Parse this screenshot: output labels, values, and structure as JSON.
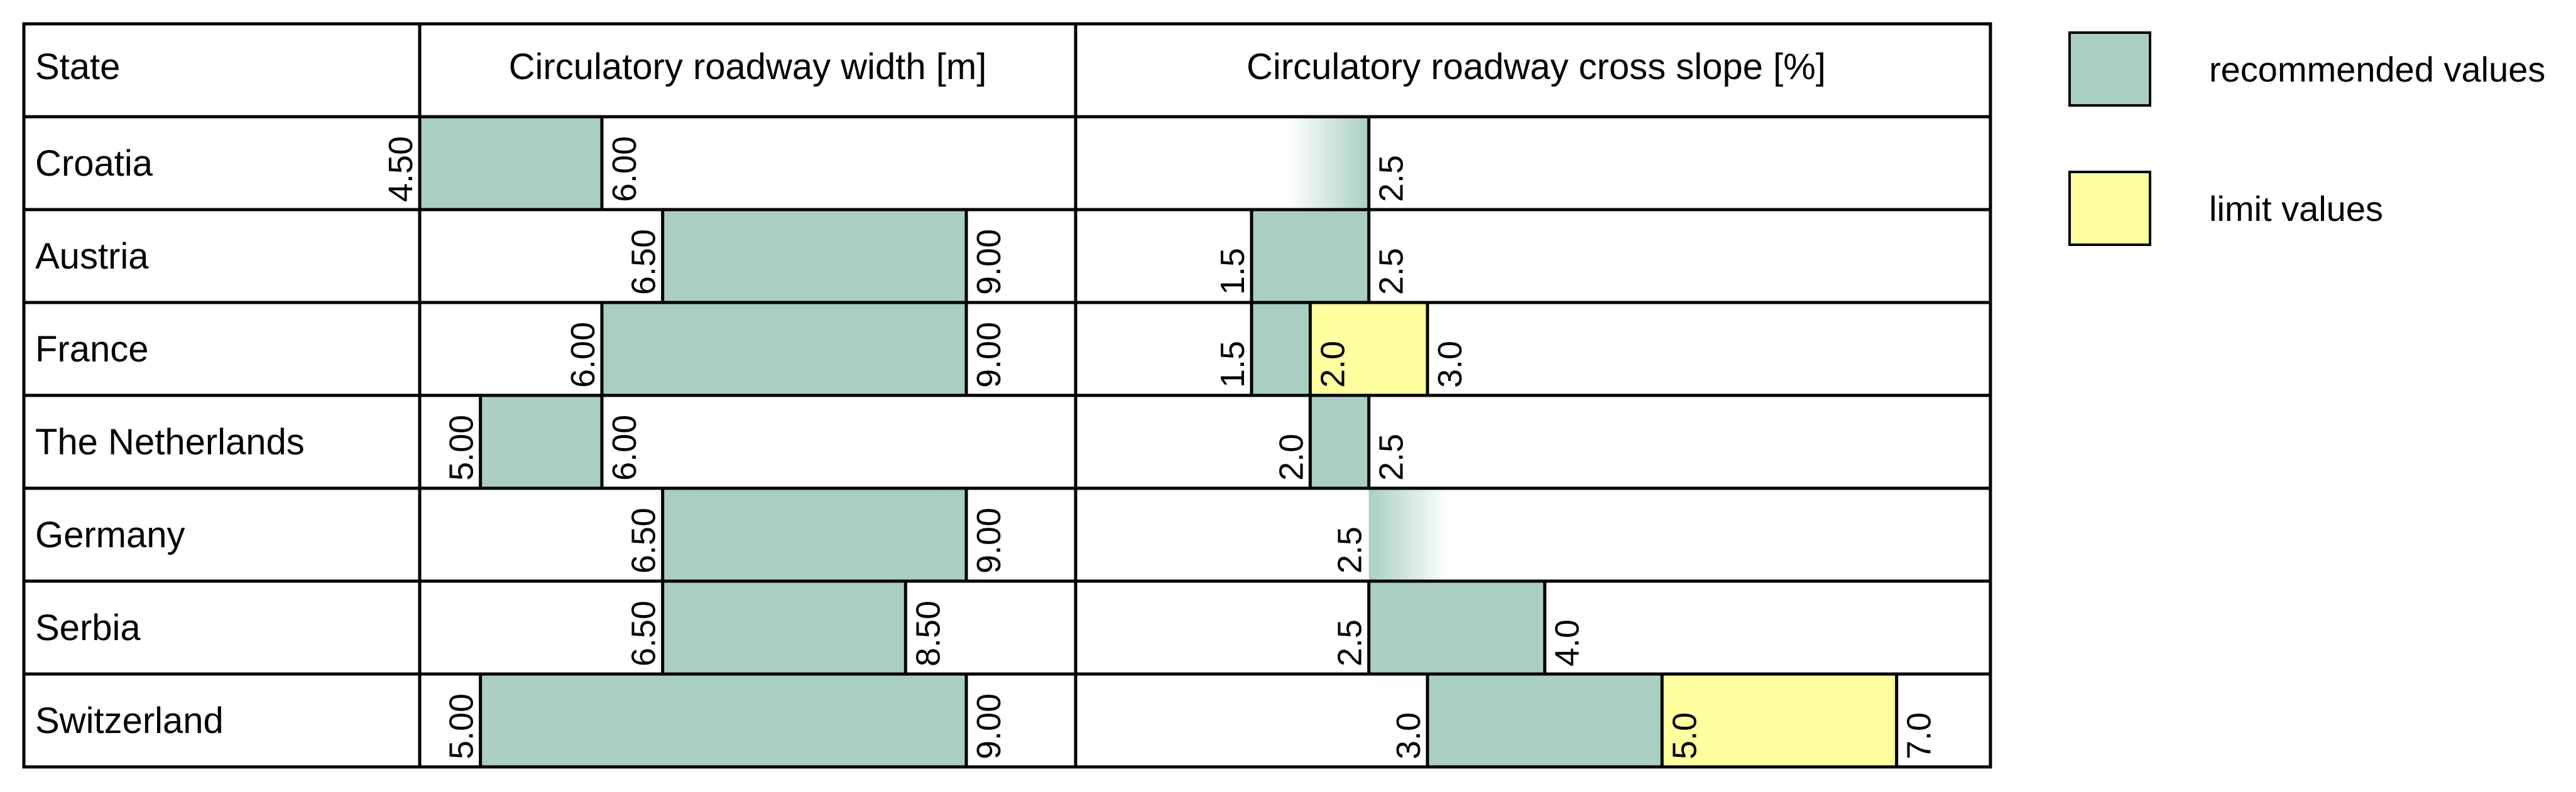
{
  "chart_data": {
    "type": "table",
    "header": {
      "state": "State",
      "width": "Circulatory roadway width [m]",
      "slope": "Circulatory roadway cross slope [%]"
    },
    "axes": {
      "width": {
        "min": 4.5,
        "max": 9.9
      },
      "slope": {
        "min": 0.0,
        "max": 7.8
      }
    },
    "colors": {
      "recommended": "#aacfc2",
      "limit": "#ffff9f"
    },
    "legend": [
      {
        "key": "recommended",
        "label": "recommended values",
        "color": "#aacfc2"
      },
      {
        "key": "limit",
        "label": "limit values",
        "color": "#ffff9f"
      }
    ],
    "rows": [
      {
        "state": "Croatia",
        "width": {
          "recommended": [
            4.5,
            6.0
          ],
          "labels": [
            "4.50",
            "6.00"
          ]
        },
        "slope": {
          "recommended_upto": 2.5,
          "labels": [
            "2.5"
          ]
        }
      },
      {
        "state": "Austria",
        "width": {
          "recommended": [
            6.5,
            9.0
          ],
          "labels": [
            "6.50",
            "9.00"
          ]
        },
        "slope": {
          "recommended": [
            1.5,
            2.5
          ],
          "labels": [
            "1.5",
            "2.5"
          ]
        }
      },
      {
        "state": "France",
        "width": {
          "recommended": [
            6.0,
            9.0
          ],
          "labels": [
            "6.00",
            "9.00"
          ]
        },
        "slope": {
          "recommended": [
            1.5,
            2.0
          ],
          "limit": [
            2.0,
            3.0
          ],
          "labels": [
            "1.5",
            "2.0",
            "3.0"
          ]
        }
      },
      {
        "state": "The Netherlands",
        "width": {
          "recommended": [
            5.0,
            6.0
          ],
          "labels": [
            "5.00",
            "6.00"
          ]
        },
        "slope": {
          "recommended": [
            2.0,
            2.5
          ],
          "labels": [
            "2.0",
            "2.5"
          ]
        }
      },
      {
        "state": "Germany",
        "width": {
          "recommended": [
            6.5,
            9.0
          ],
          "labels": [
            "6.50",
            "9.00"
          ]
        },
        "slope": {
          "recommended_from": 2.5,
          "labels": [
            "2.5"
          ]
        }
      },
      {
        "state": "Serbia",
        "width": {
          "recommended": [
            6.5,
            8.5
          ],
          "labels": [
            "6.50",
            "8.50"
          ]
        },
        "slope": {
          "recommended": [
            2.5,
            4.0
          ],
          "labels": [
            "2.5",
            "4.0"
          ]
        }
      },
      {
        "state": "Switzerland",
        "width": {
          "recommended": [
            5.0,
            9.0
          ],
          "labels": [
            "5.00",
            "9.00"
          ]
        },
        "slope": {
          "recommended": [
            3.0,
            5.0
          ],
          "limit": [
            5.0,
            7.0
          ],
          "labels": [
            "3.0",
            "5.0",
            "7.0"
          ]
        }
      }
    ]
  }
}
